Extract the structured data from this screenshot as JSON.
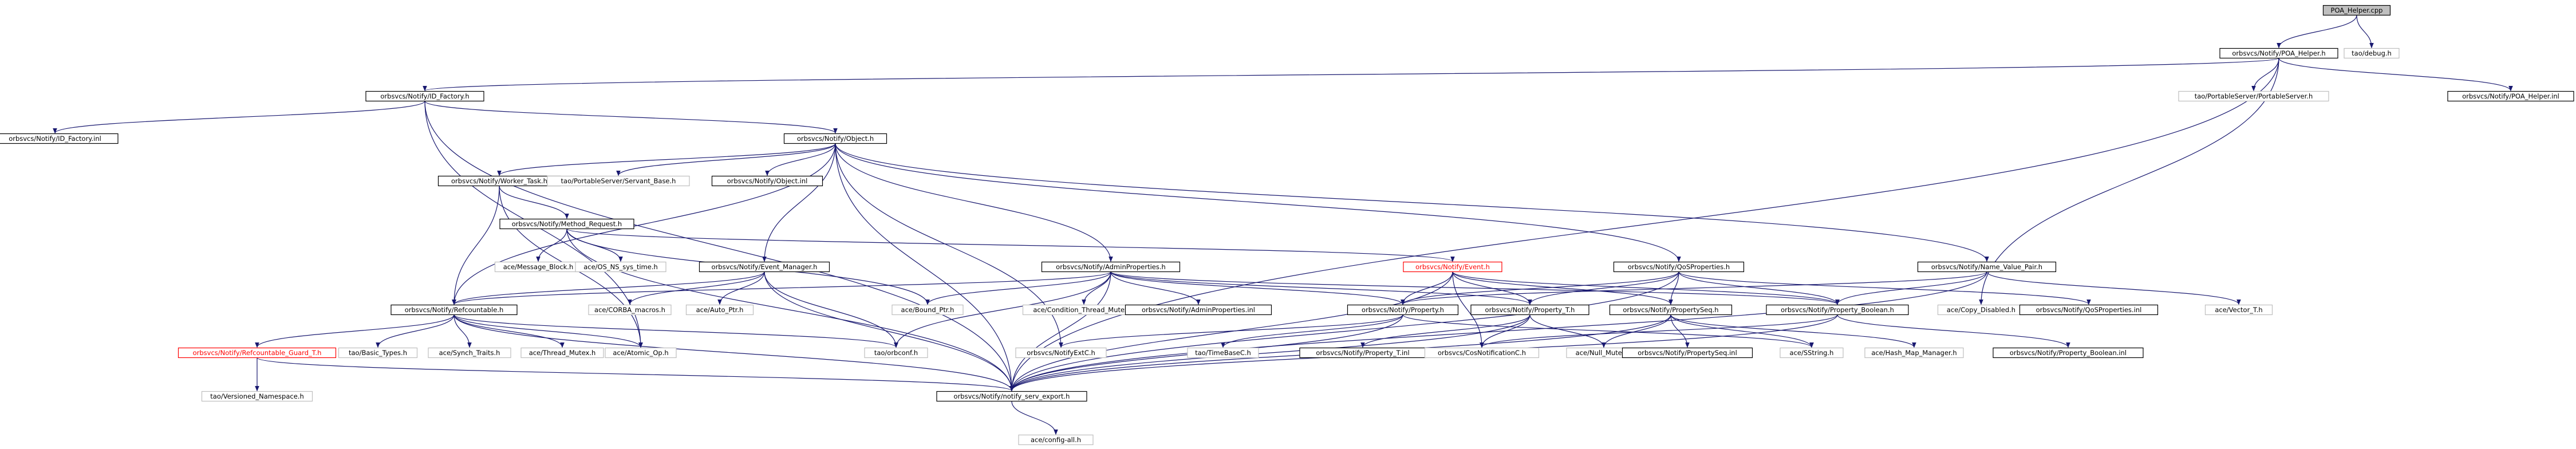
{
  "title": "POA_Helper.cpp",
  "colors": {
    "edge": "#191970",
    "root_fill": "#bfbfbf",
    "linked_border": "#000000",
    "external_border": "#bfbfbf",
    "highlight_border": "#ff0000"
  },
  "nodes": [
    {
      "id": "poa_cpp",
      "label": "POA_Helper.cpp",
      "kind": "root"
    },
    {
      "id": "poa_h",
      "label": "orbsvcs/Notify/POA_Helper.h",
      "kind": "linked"
    },
    {
      "id": "tao_debug",
      "label": "tao/debug.h",
      "kind": "ext"
    },
    {
      "id": "idf_h",
      "label": "orbsvcs/Notify/ID_Factory.h",
      "kind": "linked"
    },
    {
      "id": "ps_h",
      "label": "tao/PortableServer/PortableServer.h",
      "kind": "ext"
    },
    {
      "id": "poa_inl",
      "label": "orbsvcs/Notify/POA_Helper.inl",
      "kind": "linked"
    },
    {
      "id": "idf_inl",
      "label": "orbsvcs/Notify/ID_Factory.inl",
      "kind": "linked"
    },
    {
      "id": "obj_h",
      "label": "orbsvcs/Notify/Object.h",
      "kind": "linked"
    },
    {
      "id": "wt_h",
      "label": "orbsvcs/Notify/Worker_Task.h",
      "kind": "linked"
    },
    {
      "id": "sb_h",
      "label": "tao/PortableServer/Servant_Base.h",
      "kind": "ext"
    },
    {
      "id": "obj_inl",
      "label": "orbsvcs/Notify/Object.inl",
      "kind": "linked"
    },
    {
      "id": "mr_h",
      "label": "orbsvcs/Notify/Method_Request.h",
      "kind": "linked"
    },
    {
      "id": "msgblock",
      "label": "ace/Message_Block.h",
      "kind": "ext"
    },
    {
      "id": "nssys",
      "label": "ace/OS_NS_sys_time.h",
      "kind": "ext"
    },
    {
      "id": "em_h",
      "label": "orbsvcs/Notify/Event_Manager.h",
      "kind": "linked"
    },
    {
      "id": "ap_h",
      "label": "orbsvcs/Notify/AdminProperties.h",
      "kind": "linked"
    },
    {
      "id": "ev_h",
      "label": "orbsvcs/Notify/Event.h",
      "kind": "red"
    },
    {
      "id": "qos_h",
      "label": "orbsvcs/Notify/QoSProperties.h",
      "kind": "linked"
    },
    {
      "id": "nvp_h",
      "label": "orbsvcs/Notify/Name_Value_Pair.h",
      "kind": "linked"
    },
    {
      "id": "rc_h",
      "label": "orbsvcs/Notify/Refcountable.h",
      "kind": "linked"
    },
    {
      "id": "corba_macros",
      "label": "ace/CORBA_macros.h",
      "kind": "ext"
    },
    {
      "id": "autoptr",
      "label": "ace/Auto_Ptr.h",
      "kind": "ext"
    },
    {
      "id": "boundptr",
      "label": "ace/Bound_Ptr.h",
      "kind": "ext"
    },
    {
      "id": "ctm",
      "label": "ace/Condition_Thread_Mutex.h",
      "kind": "ext"
    },
    {
      "id": "ap_inl",
      "label": "orbsvcs/Notify/AdminProperties.inl",
      "kind": "linked"
    },
    {
      "id": "prop_h",
      "label": "orbsvcs/Notify/Property.h",
      "kind": "linked"
    },
    {
      "id": "propt_h",
      "label": "orbsvcs/Notify/Property_T.h",
      "kind": "linked"
    },
    {
      "id": "pseq_h",
      "label": "orbsvcs/Notify/PropertySeq.h",
      "kind": "linked"
    },
    {
      "id": "pbool_h",
      "label": "orbsvcs/Notify/Property_Boolean.h",
      "kind": "linked"
    },
    {
      "id": "copy_disabled",
      "label": "ace/Copy_Disabled.h",
      "kind": "ext"
    },
    {
      "id": "qos_inl",
      "label": "orbsvcs/Notify/QoSProperties.inl",
      "kind": "linked"
    },
    {
      "id": "vector_t",
      "label": "ace/Vector_T.h",
      "kind": "ext"
    },
    {
      "id": "rcg_h",
      "label": "orbsvcs/Notify/Refcountable_Guard_T.h",
      "kind": "red"
    },
    {
      "id": "basic_types",
      "label": "tao/Basic_Types.h",
      "kind": "ext"
    },
    {
      "id": "synch_traits",
      "label": "ace/Synch_Traits.h",
      "kind": "ext"
    },
    {
      "id": "thread_mutex",
      "label": "ace/Thread_Mutex.h",
      "kind": "ext"
    },
    {
      "id": "atomic_op",
      "label": "ace/Atomic_Op.h",
      "kind": "ext"
    },
    {
      "id": "orbconf",
      "label": "tao/orbconf.h",
      "kind": "ext"
    },
    {
      "id": "exth",
      "label": "orbsvcs/NotifyExtC.h",
      "kind": "ext"
    },
    {
      "id": "timebase",
      "label": "tao/TimeBaseC.h",
      "kind": "ext"
    },
    {
      "id": "propt_inl",
      "label": "orbsvcs/Notify/Property_T.inl",
      "kind": "linked"
    },
    {
      "id": "cosnot",
      "label": "orbsvcs/CosNotificationC.h",
      "kind": "ext"
    },
    {
      "id": "null_mutex",
      "label": "ace/Null_Mutex.h",
      "kind": "ext"
    },
    {
      "id": "pseq_inl",
      "label": "orbsvcs/Notify/PropertySeq.inl",
      "kind": "linked"
    },
    {
      "id": "sstring",
      "label": "ace/SString.h",
      "kind": "ext"
    },
    {
      "id": "hashmap",
      "label": "ace/Hash_Map_Manager.h",
      "kind": "ext"
    },
    {
      "id": "pbool_inl",
      "label": "orbsvcs/Notify/Property_Boolean.inl",
      "kind": "linked"
    },
    {
      "id": "versioned",
      "label": "tao/Versioned_Namespace.h",
      "kind": "ext"
    },
    {
      "id": "export_h",
      "label": "orbsvcs/Notify/notify_serv_export.h",
      "kind": "linked"
    },
    {
      "id": "config_all",
      "label": "ace/config-all.h",
      "kind": "ext"
    }
  ],
  "edges": [
    [
      "poa_cpp",
      "poa_h"
    ],
    [
      "poa_cpp",
      "tao_debug"
    ],
    [
      "poa_h",
      "idf_h"
    ],
    [
      "poa_h",
      "ps_h"
    ],
    [
      "poa_h",
      "poa_inl"
    ],
    [
      "poa_h",
      "export_h"
    ],
    [
      "poa_h",
      "copy_disabled"
    ],
    [
      "idf_h",
      "idf_inl"
    ],
    [
      "idf_h",
      "obj_h"
    ],
    [
      "idf_h",
      "export_h"
    ],
    [
      "idf_h",
      "atomic_op"
    ],
    [
      "obj_h",
      "wt_h"
    ],
    [
      "obj_h",
      "sb_h"
    ],
    [
      "obj_h",
      "obj_inl"
    ],
    [
      "obj_h",
      "em_h"
    ],
    [
      "obj_h",
      "ap_h"
    ],
    [
      "obj_h",
      "qos_h"
    ],
    [
      "obj_h",
      "nvp_h"
    ],
    [
      "obj_h",
      "rc_h"
    ],
    [
      "obj_h",
      "export_h"
    ],
    [
      "obj_h",
      "exth"
    ],
    [
      "wt_h",
      "mr_h"
    ],
    [
      "wt_h",
      "rc_h"
    ],
    [
      "wt_h",
      "atomic_op"
    ],
    [
      "mr_h",
      "msgblock"
    ],
    [
      "mr_h",
      "nssys"
    ],
    [
      "mr_h",
      "ev_h"
    ],
    [
      "mr_h",
      "export_h"
    ],
    [
      "mr_h",
      "boundptr"
    ],
    [
      "em_h",
      "rc_h"
    ],
    [
      "em_h",
      "corba_macros"
    ],
    [
      "em_h",
      "autoptr"
    ],
    [
      "em_h",
      "orbconf"
    ],
    [
      "em_h",
      "export_h"
    ],
    [
      "ap_h",
      "boundptr"
    ],
    [
      "ap_h",
      "ctm"
    ],
    [
      "ap_h",
      "ap_inl"
    ],
    [
      "ap_h",
      "prop_h"
    ],
    [
      "ap_h",
      "propt_h"
    ],
    [
      "ap_h",
      "pbool_h"
    ],
    [
      "ap_h",
      "rc_h"
    ],
    [
      "ap_h",
      "export_h"
    ],
    [
      "ap_h",
      "orbconf"
    ],
    [
      "ev_h",
      "prop_h"
    ],
    [
      "ev_h",
      "propt_h"
    ],
    [
      "ev_h",
      "pbool_h"
    ],
    [
      "ev_h",
      "pseq_h"
    ],
    [
      "ev_h",
      "cosnot"
    ],
    [
      "ev_h",
      "export_h"
    ],
    [
      "qos_h",
      "prop_h"
    ],
    [
      "qos_h",
      "propt_h"
    ],
    [
      "qos_h",
      "pseq_h"
    ],
    [
      "qos_h",
      "pbool_h"
    ],
    [
      "qos_h",
      "qos_inl"
    ],
    [
      "qos_h",
      "export_h"
    ],
    [
      "nvp_h",
      "prop_h"
    ],
    [
      "nvp_h",
      "pbool_h"
    ],
    [
      "nvp_h",
      "vector_t"
    ],
    [
      "nvp_h",
      "export_h"
    ],
    [
      "rc_h",
      "rcg_h"
    ],
    [
      "rc_h",
      "basic_types"
    ],
    [
      "rc_h",
      "synch_traits"
    ],
    [
      "rc_h",
      "thread_mutex"
    ],
    [
      "rc_h",
      "atomic_op"
    ],
    [
      "rc_h",
      "orbconf"
    ],
    [
      "rc_h",
      "export_h"
    ],
    [
      "rcg_h",
      "versioned"
    ],
    [
      "rcg_h",
      "export_h"
    ],
    [
      "prop_h",
      "exth"
    ],
    [
      "prop_h",
      "timebase"
    ],
    [
      "prop_h",
      "sstring"
    ],
    [
      "prop_h",
      "export_h"
    ],
    [
      "propt_h",
      "propt_inl"
    ],
    [
      "propt_h",
      "cosnot"
    ],
    [
      "propt_h",
      "null_mutex"
    ],
    [
      "propt_h",
      "export_h"
    ],
    [
      "pseq_h",
      "pseq_inl"
    ],
    [
      "pseq_h",
      "sstring"
    ],
    [
      "pseq_h",
      "hashmap"
    ],
    [
      "pseq_h",
      "null_mutex"
    ],
    [
      "pseq_h",
      "export_h"
    ],
    [
      "pbool_h",
      "pbool_inl"
    ],
    [
      "pbool_h",
      "cosnot"
    ],
    [
      "pbool_h",
      "export_h"
    ],
    [
      "export_h",
      "config_all"
    ]
  ]
}
